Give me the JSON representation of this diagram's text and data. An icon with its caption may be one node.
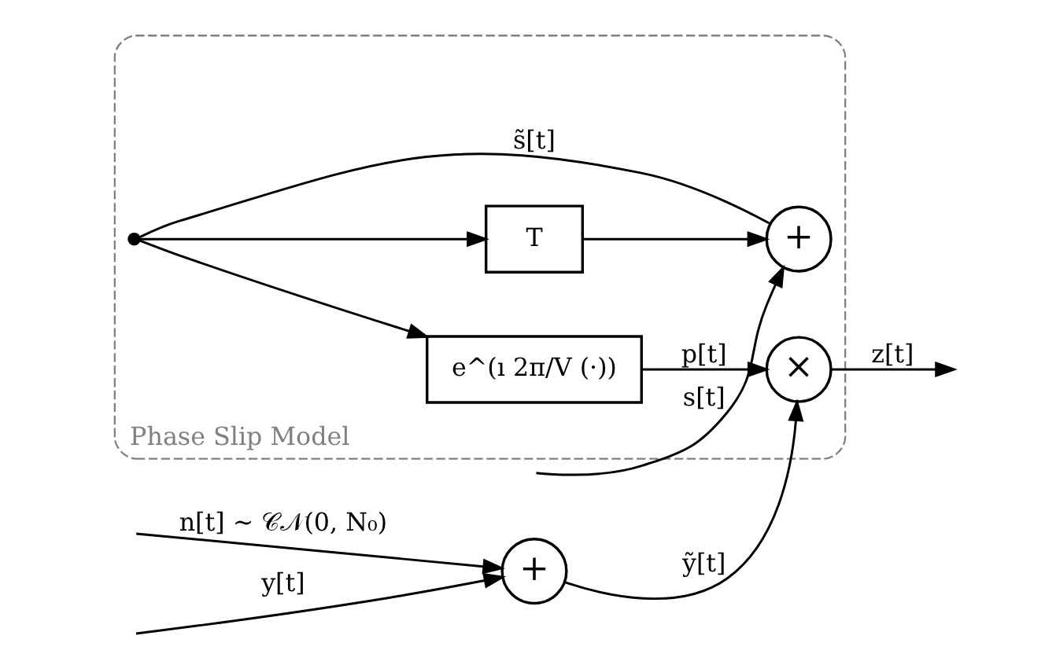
{
  "diagram": {
    "nodes": [
      {
        "text": [
          "Phase Slip Model"
        ]
      },
      {
        "text": [
          "+"
        ]
      },
      {
        "text": [
          "×"
        ],
        "in": 0
      },
      {
        "text": [
          "e^(ı 2π/V (·))"
        ],
        "in": 0
      },
      {
        "text": [
          "+"
        ],
        "in": 0
      },
      {
        "text": [],
        "shape": "circle",
        "in": 0
      },
      {
        "text": [
          "T"
        ],
        "in": 0
      }
    ],
    "edges": [
      {
        "from": null,
        "to": 1,
        "arrow": "to",
        "label": "y[t]"
      },
      {
        "from": null,
        "to": 1,
        "arrow": "to",
        "label": "n[t] ∼ 𝒞𝒩(0, N₀)"
      },
      {
        "from": 1,
        "to": 2,
        "arrow": "to",
        "label": "ỹ[t]"
      },
      {
        "from": 2,
        "to": null,
        "arrow": "to",
        "label": "z[t]"
      },
      {
        "from": 3,
        "to": 2,
        "arrow": "to",
        "label": "p[t]"
      },
      {
        "from": null,
        "to": 4,
        "arrow": "to",
        "label": "s[t]"
      },
      {
        "from": 4,
        "to": 5,
        "arrow": "none",
        "label": "s̃[t]"
      },
      {
        "from": 5,
        "to": 3,
        "arrow": "to"
      },
      {
        "from": 5,
        "to": 6,
        "arrow": "to"
      },
      {
        "from": 6,
        "to": 4,
        "arrow": "to"
      }
    ]
  }
}
